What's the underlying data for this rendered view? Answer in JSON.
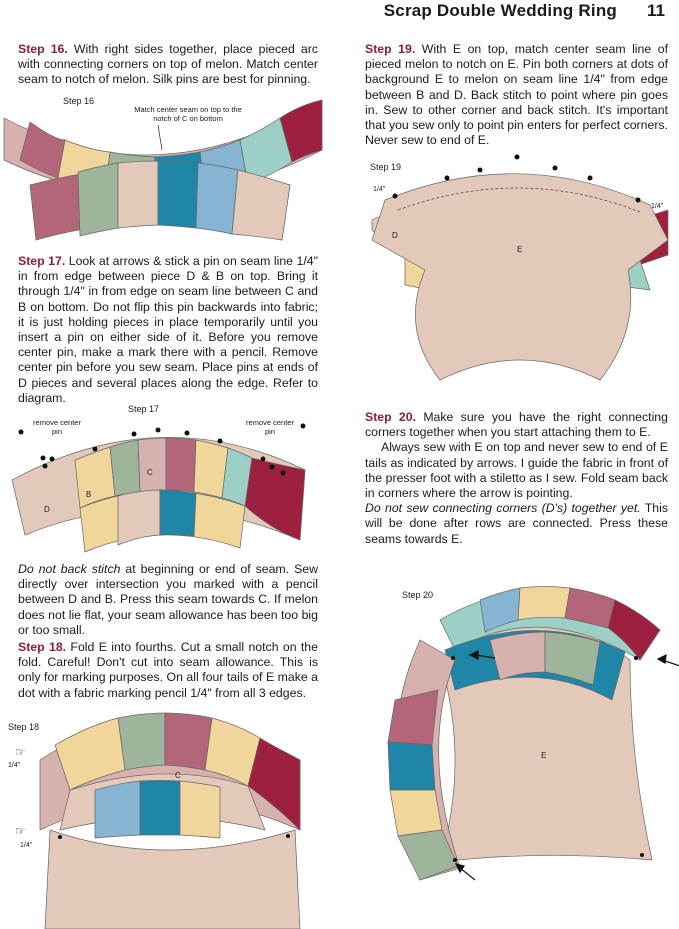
{
  "header": {
    "title": "Scrap Double Wedding Ring",
    "page_number": "11"
  },
  "steps": {
    "s16": {
      "label": "Step 16.",
      "text": " With right sides together, place pieced arc with connecting corners on top of melon.  Match center seam to notch of melon. Silk pins are best for pinning."
    },
    "s17": {
      "label": "Step 17.",
      "text": " Look at arrows & stick a pin on seam line 1/4\" in from edge between piece D & B on top. Bring it through 1/4\" in from edge on seam line between C and B on bottom. Do not flip this pin backwards into fabric; it is just holding pieces in place temporarily until you insert a pin on either side of it. Before you remove center pin, make a mark there with a pencil. Remove center pin before you sew seam. Place pins at ends of D pieces and several places along the edge. Refer to diagram."
    },
    "s17b": {
      "italic": "Do not back stitch",
      "text": " at beginning or end of seam. Sew directly over intersection you marked with a pencil between D and B. Press this seam towards C. If melon does not lie flat, your seam allowance has been too big or too small."
    },
    "s18": {
      "label": "Step 18.",
      "text": " Fold E into fourths. Cut a small notch on the fold. Careful! Don't cut into seam allowance. This is only for marking purposes. On all four tails of E make a dot with a fabric marking pencil 1/4\" from all 3 edges."
    },
    "s19": {
      "label": "Step 19.",
      "text": " With E on top, match center seam line of pieced melon to notch on E. Pin both corners at dots of background E  to melon on seam line 1/4\" from edge between B and D. Back stitch to point where pin goes in. Sew to other corner and back stitch. It's important that you sew only to point pin enters for perfect corners. Never sew to end of E."
    },
    "s20": {
      "label": "Step 20.",
      "text": " Make sure you have the right connecting corners together when you start attaching them to E.",
      "p2": "Always sew with E on top and never sew to end of E tails as indicated by arrows. I guide the fabric in front of the presser foot with a stiletto  as I sew. Fold seam back in corners where the arrow is pointing.",
      "p3_italic": "Do not sew connecting corners (D's) together yet.",
      "p3": " This will be done after rows are connected. Press these seams towards E."
    }
  },
  "figures": {
    "step16": {
      "label": "Step 16",
      "callout": "Match center seam on top to the notch of C on bottom"
    },
    "step17": {
      "label": "Step  17",
      "callout_left": "remove center pin",
      "callout_right": "remove center pin",
      "letters": {
        "d": "D",
        "b": "B",
        "c": "C"
      }
    },
    "step18": {
      "label": "Step 18",
      "quarter_top": "1/4\"",
      "quarter_bottom": "1/4\"",
      "letter_c": "C"
    },
    "step19": {
      "label": "Step 19",
      "quarter_left": "1/4\"",
      "quarter_right": "1/4\"",
      "letter_d": "D",
      "letter_e": "E"
    },
    "step20": {
      "label": "Step 20",
      "letter_e": "E"
    }
  },
  "colors": {
    "step_label": "#8c1d3c",
    "tan": "#e2c9b9",
    "rose": "#b3667a",
    "sage": "#9fb59b",
    "yellow": "#f0d69a",
    "teal": "#1f86a8",
    "blue": "#86b4d2",
    "pink": "#d6b1ae",
    "wine": "#9e2040",
    "mint": "#9ccfc6"
  }
}
